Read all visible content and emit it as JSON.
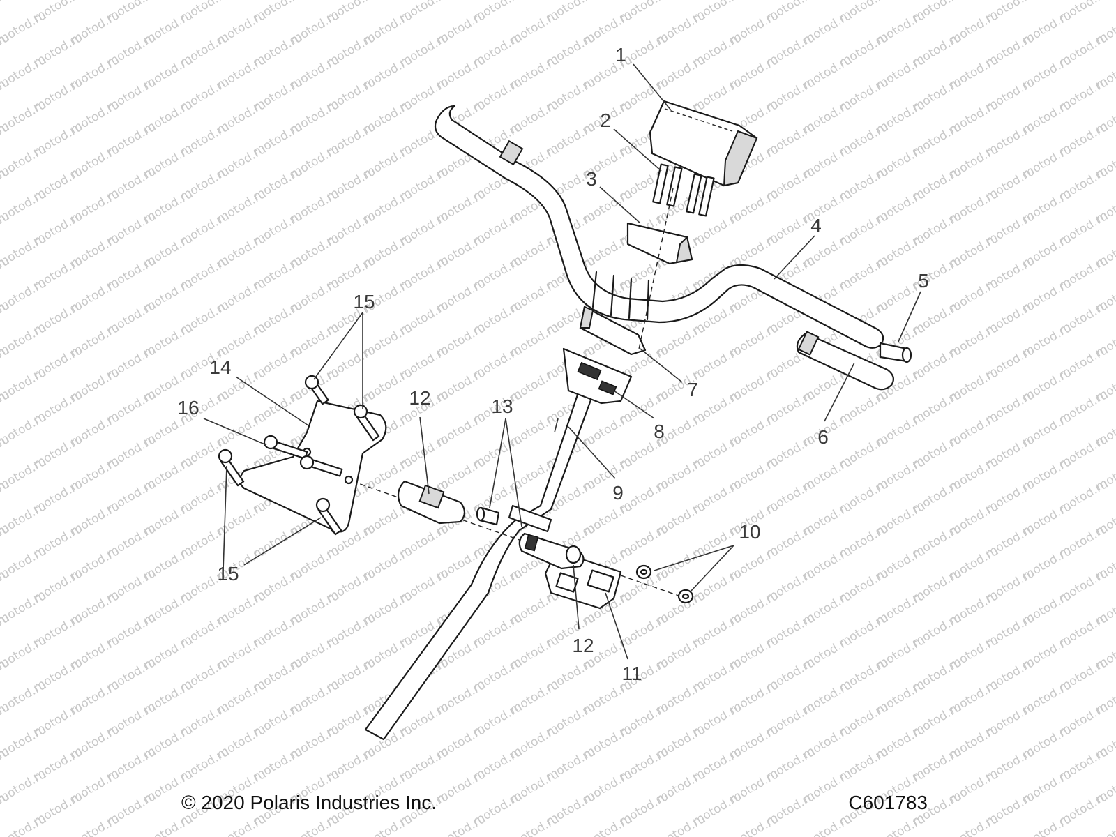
{
  "watermark": {
    "text": "motod.ru"
  },
  "callouts": [
    {
      "id": "c1",
      "label": "1"
    },
    {
      "id": "c2",
      "label": "2"
    },
    {
      "id": "c3",
      "label": "3"
    },
    {
      "id": "c4",
      "label": "4"
    },
    {
      "id": "c5",
      "label": "5"
    },
    {
      "id": "c6",
      "label": "6"
    },
    {
      "id": "c7",
      "label": "7"
    },
    {
      "id": "c8",
      "label": "8"
    },
    {
      "id": "c9",
      "label": "9"
    },
    {
      "id": "c10",
      "label": "10"
    },
    {
      "id": "c11",
      "label": "11"
    },
    {
      "id": "c12a",
      "label": "12"
    },
    {
      "id": "c12b",
      "label": "12"
    },
    {
      "id": "c13",
      "label": "13"
    },
    {
      "id": "c14",
      "label": "14"
    },
    {
      "id": "c15a",
      "label": "15"
    },
    {
      "id": "c15b",
      "label": "15"
    },
    {
      "id": "c16",
      "label": "16"
    }
  ],
  "footer": {
    "copyright": "© 2020 Polaris Industries Inc.",
    "drawing_id": "C601783"
  }
}
